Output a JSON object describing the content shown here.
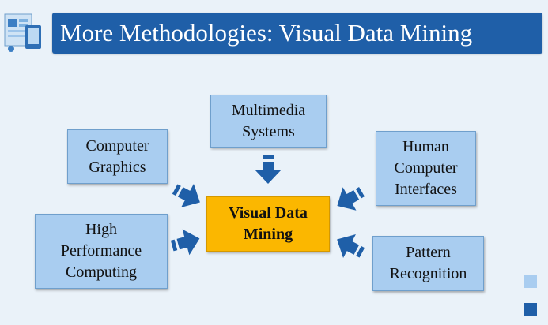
{
  "title": "More Methodologies: Visual Data Mining",
  "center": "Visual Data\nMining",
  "nodes": {
    "multimedia": "Multimedia\nSystems",
    "graphics": "Computer\nGraphics",
    "hci": "Human\nComputer\nInterfaces",
    "hpc": "High\nPerformance\nComputing",
    "pattern": "Pattern\nRecognition"
  },
  "colors": {
    "title_bar": "#1f5fa8",
    "node_fill": "#a9cdf0",
    "center_fill": "#fbb700",
    "arrow": "#1f5fa8",
    "background": "#eaf2f9"
  }
}
